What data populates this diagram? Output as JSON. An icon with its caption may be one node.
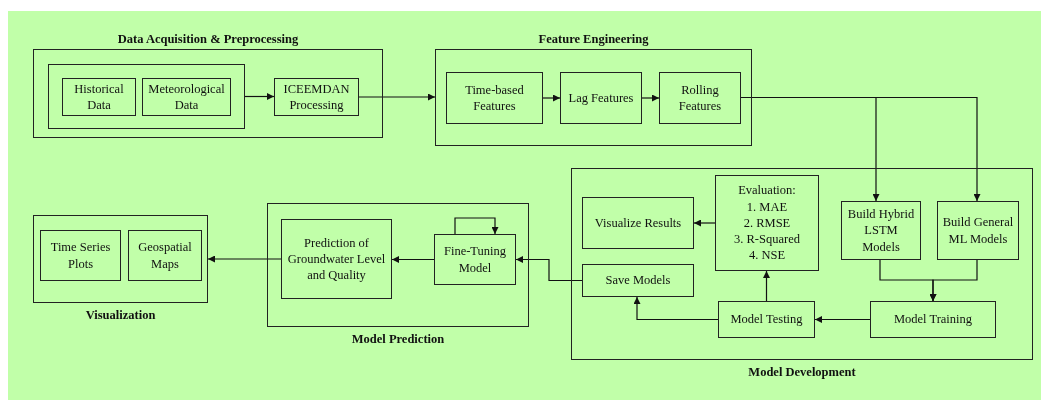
{
  "diagram": {
    "nodes": [
      {
        "text": [
          "Data Acquisition & Preprocessing"
        ]
      },
      {
        "text": [],
        "shape": "box",
        "in": 0
      },
      {
        "text": [
          "Historical Data"
        ],
        "in": 1
      },
      {
        "text": [
          "Meteorological Data"
        ],
        "in": 1
      },
      {
        "text": [
          "ICEEMDAN Processing"
        ],
        "in": 0
      },
      {
        "text": [
          "Feature Engineering"
        ]
      },
      {
        "text": [
          "Time-based Features"
        ],
        "in": 5
      },
      {
        "text": [
          "Lag Features"
        ],
        "in": 5
      },
      {
        "text": [
          "Rolling Features"
        ],
        "in": 5
      },
      {
        "text": [
          "Model Development"
        ]
      },
      {
        "text": [
          "Visualize Results"
        ],
        "in": 9
      },
      {
        "text": [
          "Evaluation:",
          "1. MAE",
          "2. RMSE",
          "3. R-Squared",
          "4. NSE"
        ],
        "in": 9
      },
      {
        "text": [
          "Build Hybrid LSTM Models"
        ],
        "in": 9
      },
      {
        "text": [
          "Build General ML Models"
        ],
        "in": 9
      },
      {
        "text": [
          "Save Models"
        ],
        "in": 9
      },
      {
        "text": [
          "Model Testing"
        ],
        "in": 9
      },
      {
        "text": [
          "Model Training"
        ],
        "in": 9
      },
      {
        "text": [
          "Model Prediction"
        ]
      },
      {
        "text": [
          "Prediction of Groundwater Level and Quality"
        ],
        "in": 17
      },
      {
        "text": [
          "Fine-Tuning Model"
        ],
        "in": 17
      },
      {
        "text": [
          "Visualization"
        ]
      },
      {
        "text": [
          "Time Series Plots"
        ],
        "in": 20
      },
      {
        "text": [
          "Geospatial Maps"
        ],
        "in": 20
      }
    ],
    "edges": [
      {
        "from": 1,
        "to": 4,
        "arrow": "to"
      },
      {
        "from": 4,
        "to": 5,
        "arrow": "to"
      },
      {
        "from": 6,
        "to": 7,
        "arrow": "to"
      },
      {
        "from": 7,
        "to": 8,
        "arrow": "to"
      },
      {
        "from": 8,
        "to": 12,
        "arrow": "to"
      },
      {
        "from": 8,
        "to": 13,
        "arrow": "to"
      },
      {
        "from": 12,
        "to": 16,
        "arrow": "to"
      },
      {
        "from": 13,
        "to": 16,
        "arrow": "to"
      },
      {
        "from": 16,
        "to": 15,
        "arrow": "to"
      },
      {
        "from": 15,
        "to": 11,
        "arrow": "to"
      },
      {
        "from": 15,
        "to": 14,
        "arrow": "to"
      },
      {
        "from": 11,
        "to": 10,
        "arrow": "to"
      },
      {
        "from": 14,
        "to": 19,
        "arrow": "to"
      },
      {
        "from": 19,
        "to": 19,
        "arrow": "to"
      },
      {
        "from": 19,
        "to": 18,
        "arrow": "to"
      },
      {
        "from": 18,
        "to": 20,
        "arrow": "to"
      }
    ]
  }
}
